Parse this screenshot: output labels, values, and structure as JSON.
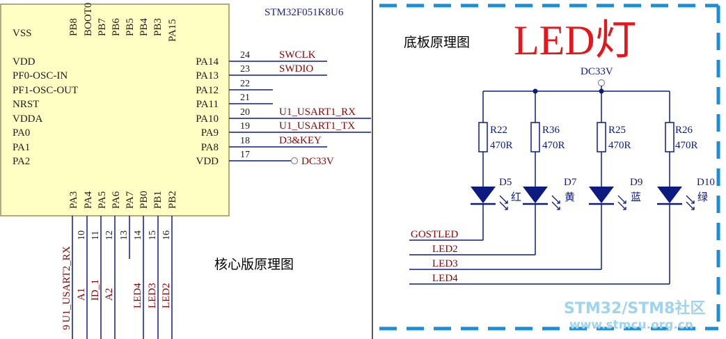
{
  "core_board": {
    "chip_name": "STM32F051K8U6",
    "caption": "核心版原理图",
    "top_pins": [
      "PB8",
      "BOOT0",
      "PB7",
      "PB6",
      "PB5",
      "PB4",
      "PB3",
      "PA15"
    ],
    "left_pins": [
      "VSS",
      "VDD",
      "PF0-OSC-IN",
      "PF1-OSC-OUT",
      "NRST",
      "VDDA",
      "PA0",
      "PA1",
      "PA2"
    ],
    "right_pins": [
      {
        "name": "PA14",
        "num": "24",
        "net": "SWCLK"
      },
      {
        "name": "PA13",
        "num": "23",
        "net": "SWDIO"
      },
      {
        "name": "PA12",
        "num": "22",
        "net": ""
      },
      {
        "name": "PA11",
        "num": "21",
        "net": ""
      },
      {
        "name": "PA10",
        "num": "20",
        "net": "U1_USART1_RX"
      },
      {
        "name": "PA9",
        "num": "19",
        "net": "U1_USART1_TX"
      },
      {
        "name": "PA8",
        "num": "18",
        "net": "D3&KEY"
      },
      {
        "name": "VDD",
        "num": "17",
        "net": "DC33V"
      }
    ],
    "bottom_pins": [
      {
        "name": "PA3",
        "num": "9",
        "net": "U1_USART2_RX"
      },
      {
        "name": "PA4",
        "num": "10",
        "net": "A1"
      },
      {
        "name": "PA5",
        "num": "11",
        "net": "ID_1"
      },
      {
        "name": "PA6",
        "num": "12",
        "net": "A2"
      },
      {
        "name": "PA7",
        "num": "13",
        "net": ""
      },
      {
        "name": "PB0",
        "num": "14",
        "net": "LED4"
      },
      {
        "name": "PB1",
        "num": "15",
        "net": "LED3"
      },
      {
        "name": "PB2",
        "num": "16",
        "net": "LED2"
      }
    ]
  },
  "base_board": {
    "caption": "底板原理图",
    "title": "LED灯",
    "power_label": "DC33V",
    "channels": [
      {
        "resistor": "R22",
        "value": "470R",
        "diode": "D5",
        "color": "红",
        "net": "GOSTLED"
      },
      {
        "resistor": "R36",
        "value": "470R",
        "diode": "D7",
        "color": "黄",
        "net": "LED2"
      },
      {
        "resistor": "R25",
        "value": "470R",
        "diode": "D9",
        "color": "蓝",
        "net": "LED3"
      },
      {
        "resistor": "R26",
        "value": "470R",
        "diode": "D10",
        "color": "绿",
        "net": "LED4"
      }
    ]
  },
  "watermark": {
    "line1": "STM32/STM8社区",
    "line2": "www.stmcu.org.cn"
  },
  "colors": {
    "chip_fill": "#ffffc4",
    "chip_border": "#9a8f5a",
    "wire": "#0d1a80",
    "net_red": "#8b0000",
    "title_red": "#e8161b",
    "dash_blue": "#1c8fd4",
    "watermark": "#9ed4ec"
  }
}
